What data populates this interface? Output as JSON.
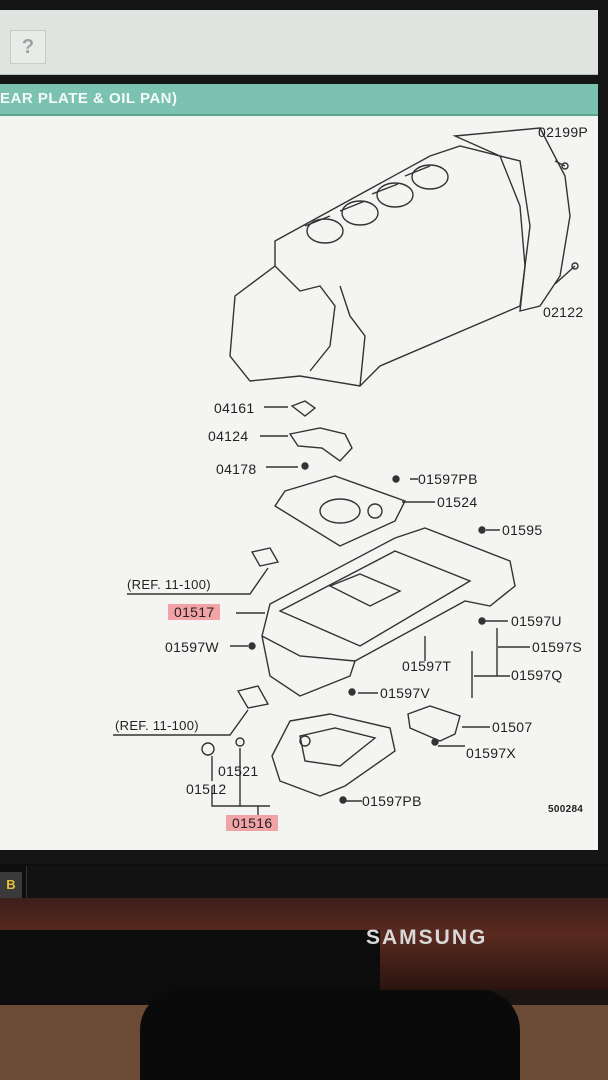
{
  "toolbar": {
    "help_label": "?"
  },
  "title": {
    "text": "EAR PLATE & OIL PAN)"
  },
  "diagram": {
    "labels": {
      "p02199p": "02199P",
      "p02122": "02122",
      "p04161": "04161",
      "p04124": "04124",
      "p04178": "04178",
      "p01597pb_top": "01597PB",
      "p01524": "01524",
      "p01595": "01595",
      "ref1": "(REF. 11-100)",
      "p01517": "01517",
      "p01597u": "01597U",
      "p01597w": "01597W",
      "p01597s": "01597S",
      "p01597t": "01597T",
      "p01597q": "01597Q",
      "p01597v": "01597V",
      "ref2": "(REF. 11-100)",
      "p01507": "01507",
      "p01597x": "01597X",
      "p01521": "01521",
      "p01512": "01512",
      "p01597pb_bottom": "01597PB",
      "p01516": "01516",
      "drawing_code": "500284"
    }
  },
  "taskbar": {
    "icon_label": "B"
  },
  "monitor": {
    "brand": "SAMSUNG"
  }
}
